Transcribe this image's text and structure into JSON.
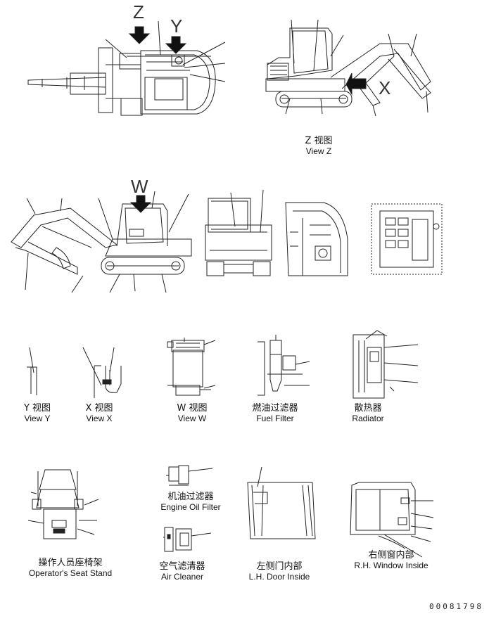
{
  "view_letters": {
    "z": "Z",
    "y": "Y",
    "x": "X",
    "w": "W"
  },
  "captions": {
    "view_z": {
      "zh": "Z 视图",
      "en": "View Z"
    },
    "view_y": {
      "zh": "Y 视图",
      "en": "View Y"
    },
    "view_x": {
      "zh": "X 视图",
      "en": "View X"
    },
    "view_w": {
      "zh": "W 视图",
      "en": "View W"
    },
    "fuel_filter": {
      "zh": "燃油过滤器",
      "en": "Fuel Filter"
    },
    "radiator": {
      "zh": "散热器",
      "en": "Radiator"
    },
    "seat_stand": {
      "zh": "操作人员座椅架",
      "en": "Operator's Seat Stand"
    },
    "engine_oil_filter": {
      "zh": "机油过滤器",
      "en": "Engine Oil Filter"
    },
    "air_cleaner": {
      "zh": "空气滤清器",
      "en": "Air Cleaner"
    },
    "door_inside": {
      "zh": "左侧门内部",
      "en": "L.H. Door Inside"
    },
    "window_inside": {
      "zh": "右侧窗内部",
      "en": "R.H. Window Inside"
    }
  },
  "document_number": "00081798"
}
